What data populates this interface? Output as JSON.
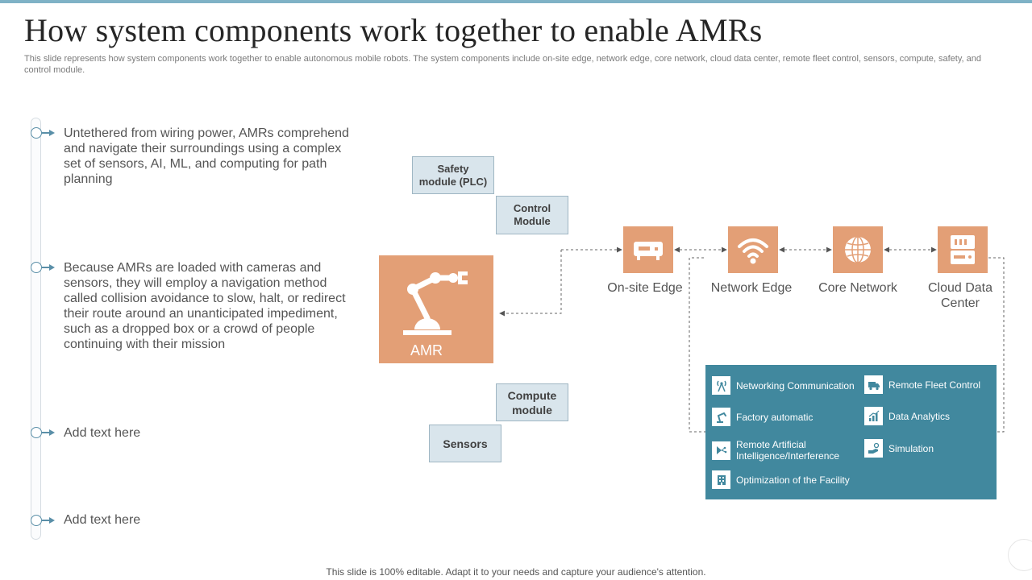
{
  "title": "How system components work together to enable AMRs",
  "subtitle": "This slide represents how system components work together to enable autonomous mobile robots. The system components include on-site edge, network edge, core network, cloud data center, remote fleet control, sensors, compute, safety, and control module.",
  "timeline": [
    "Untethered from wiring power, AMRs comprehend and navigate their surroundings  using a complex set of sensors, AI, ML, and computing for path planning",
    "Because AMRs are loaded with cameras and sensors, they will employ a navigation method called collision avoidance to slow, halt, or redirect their route around an unanticipated impediment, such as a dropped box or a crowd of people continuing with their mission",
    "Add text here",
    "Add text here"
  ],
  "modules": {
    "safety": "Safety module (PLC)",
    "control": "Control Module",
    "compute": "Compute module",
    "sensors": "Sensors"
  },
  "amr": {
    "label": "AMR",
    "icon": "robot-arm-icon"
  },
  "nodes": [
    {
      "label": "On-site Edge",
      "icon": "router-icon"
    },
    {
      "label": "Network Edge",
      "icon": "wifi-icon"
    },
    {
      "label": "Core Network",
      "icon": "globe-icon"
    },
    {
      "label": "Cloud Data Center",
      "icon": "server-icon"
    }
  ],
  "features": [
    {
      "label": "Networking Communication",
      "icon": "antenna-icon"
    },
    {
      "label": "Remote Fleet Control",
      "icon": "truck-icon"
    },
    {
      "label": "Factory automatic",
      "icon": "robot-arm-icon"
    },
    {
      "label": "Data Analytics",
      "icon": "bar-chart-icon"
    },
    {
      "label": "Remote Artificial Intelligence/Interference",
      "icon": "ai-icon"
    },
    {
      "label": "Simulation",
      "icon": "hand-icon"
    },
    {
      "label": "Optimization of the Facility",
      "icon": "building-icon"
    }
  ],
  "footer": "This slide is 100% editable. Adapt it to your needs and capture your audience's attention.",
  "colors": {
    "accent": "#e39f76",
    "panel": "#41889e",
    "module": "#d9e5ec",
    "timeline": "#5a8fa8"
  }
}
